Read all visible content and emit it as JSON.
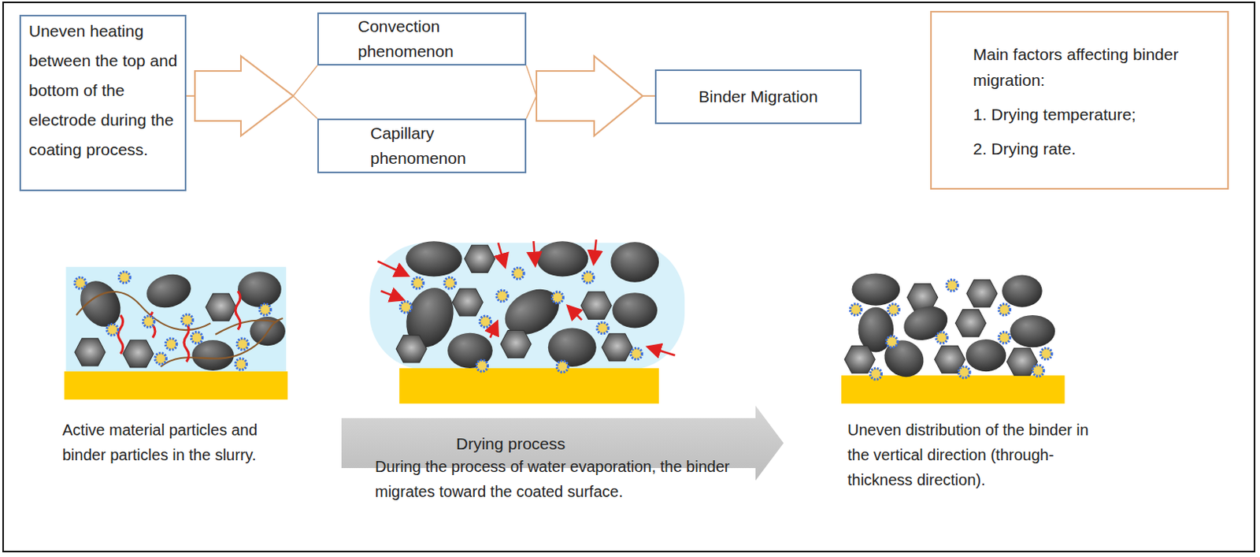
{
  "diagram": {
    "nodes": [
      {
        "text": [
          "Uneven heating between the top and bottom of the electrode during the coating process."
        ]
      },
      {
        "text": [
          "Convection phenomenon"
        ]
      },
      {
        "text": [
          "Capillary phenomenon"
        ]
      },
      {
        "text": [
          "Binder Migration"
        ]
      },
      {
        "text": [
          "Main factors affecting binder migration:",
          "1. Drying temperature;",
          "2. Drying rate."
        ]
      },
      {
        "text": [
          "Drying process"
        ]
      }
    ],
    "edges": [
      {
        "from": 0,
        "to": 1,
        "arrow": "to"
      },
      {
        "from": 0,
        "to": 2,
        "arrow": "to"
      },
      {
        "from": 1,
        "to": 3,
        "arrow": "to"
      },
      {
        "from": 2,
        "to": 3,
        "arrow": "to"
      }
    ],
    "labels": [
      "Active material particles and binder particles in the slurry.",
      "During the process of water evaporation, the binder migrates toward the coated surface.",
      "Uneven distribution of the binder in the vertical direction (through-thickness direction)."
    ]
  }
}
